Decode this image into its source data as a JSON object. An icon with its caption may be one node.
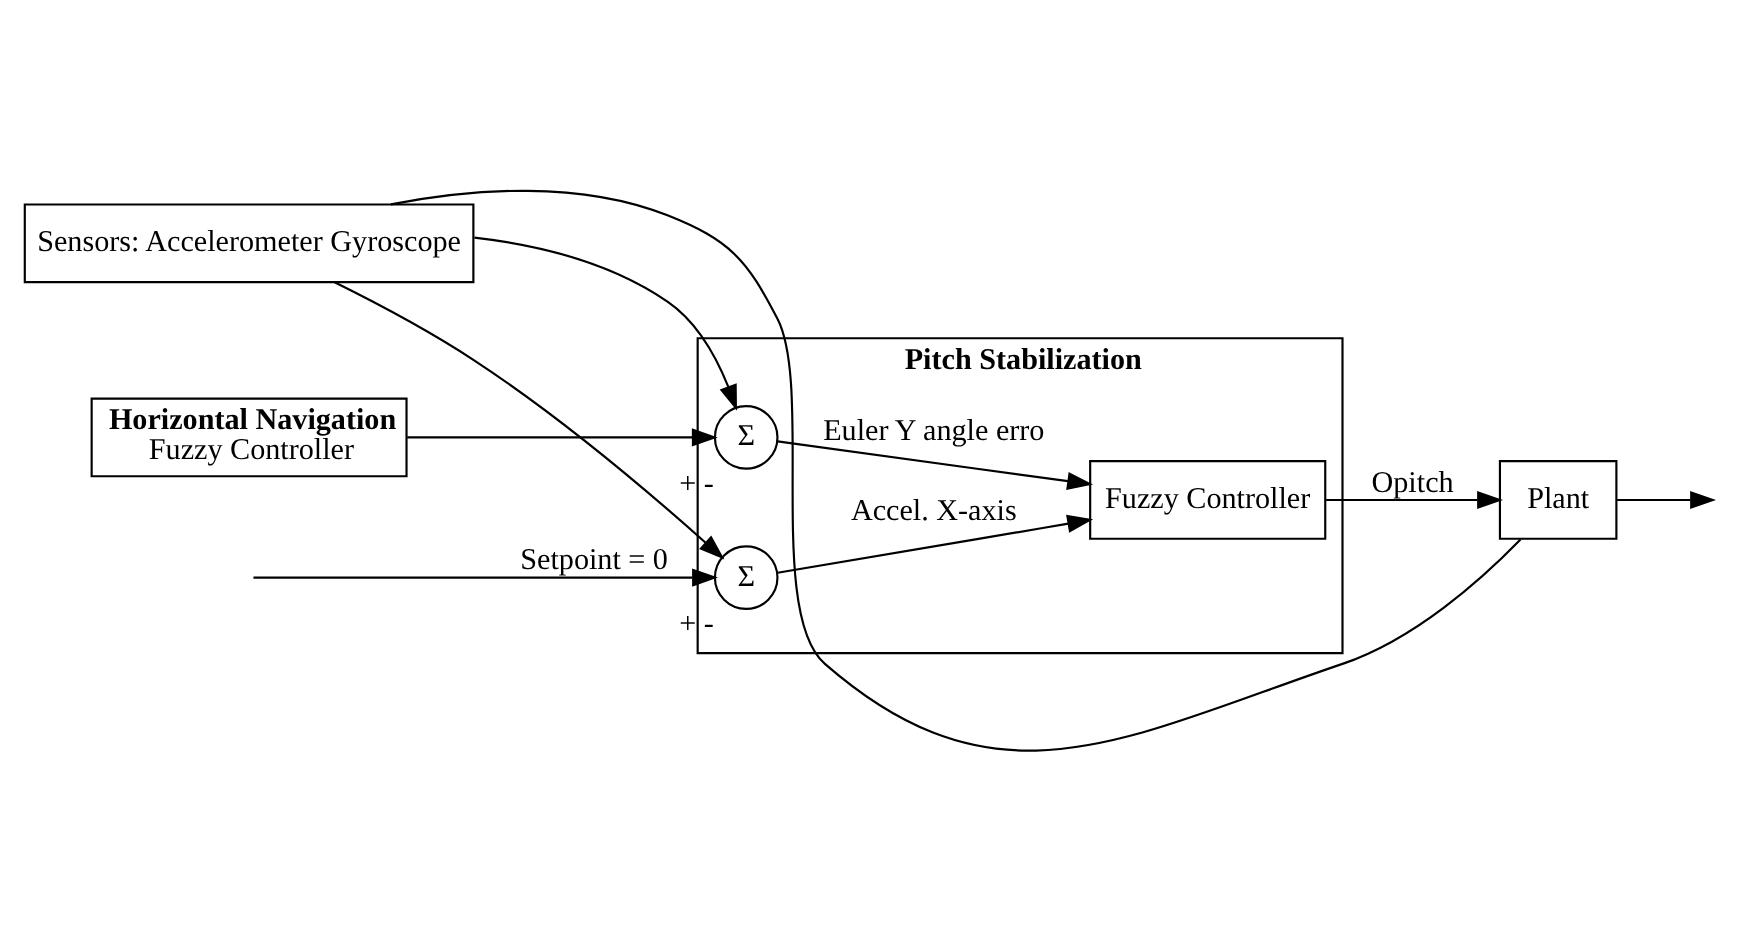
{
  "diagram": {
    "nodes": [
      {
        "text": [
          "Pitch Stabilization"
        ]
      },
      {
        "text": [
          "Σ"
        ],
        "in": 0,
        "beside": [
          "+",
          "-"
        ]
      },
      {
        "text": [
          "Σ"
        ],
        "in": 0,
        "beside": [
          "+",
          "-"
        ]
      },
      {
        "text": [
          "Fuzzy Controller"
        ],
        "in": 0
      },
      {
        "text": [
          "Plant"
        ]
      },
      {
        "text": [
          "Sensors: Accelerometer Gyroscope"
        ]
      },
      {
        "text": [
          "Horizontal Navigation",
          "Fuzzy Controller"
        ]
      }
    ],
    "edges": [
      {
        "from": 6,
        "to": 1,
        "arrow": "to"
      },
      {
        "from": null,
        "to": 2,
        "arrow": "to",
        "label": "Setpoint = 0"
      },
      {
        "from": 1,
        "to": 3,
        "arrow": "to",
        "label": "Euler Y angle erro"
      },
      {
        "from": 2,
        "to": 3,
        "arrow": "to",
        "label": "Accel. X-axis"
      },
      {
        "from": 3,
        "to": 4,
        "arrow": "to",
        "label": "Opitch"
      },
      {
        "from": 4,
        "to": null,
        "arrow": "to"
      },
      {
        "from": 4,
        "to": 5,
        "arrow": "none"
      },
      {
        "from": 5,
        "to": 1,
        "arrow": "to"
      },
      {
        "from": 5,
        "to": 2,
        "arrow": "to"
      }
    ]
  }
}
